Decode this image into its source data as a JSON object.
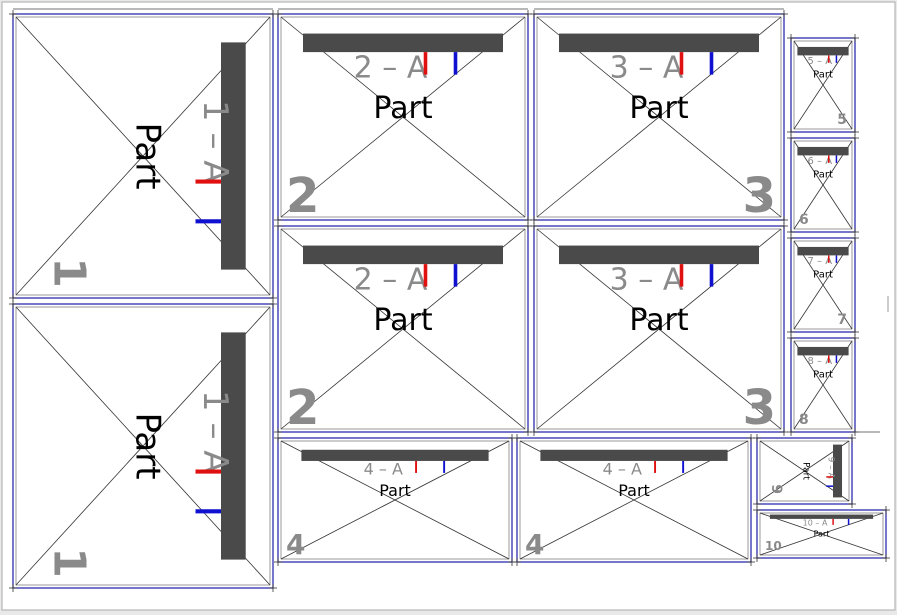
{
  "sheet": {
    "background": "#ffffff",
    "frame_color": "#aaaaaa",
    "part_border_color": "#1a1aa6",
    "bar_color": "#4a4a4a",
    "cross_color": "#333333",
    "label_gray": "#8a8a8a",
    "tick_red": "#e01010",
    "tick_blue": "#1010d0"
  },
  "parts": [
    {
      "id": "part-1a",
      "label": "Part",
      "code": "1 – A",
      "number": "1"
    },
    {
      "id": "part-1b",
      "label": "Part",
      "code": "1 – A",
      "number": "1"
    },
    {
      "id": "part-2a",
      "label": "Part",
      "code": "2 – A",
      "number": "2"
    },
    {
      "id": "part-2b",
      "label": "Part",
      "code": "2 – A",
      "number": "2"
    },
    {
      "id": "part-3a",
      "label": "Part",
      "code": "3 – A",
      "number": "3"
    },
    {
      "id": "part-3b",
      "label": "Part",
      "code": "3 – A",
      "number": "3"
    },
    {
      "id": "part-4a",
      "label": "Part",
      "code": "4 – A",
      "number": "4"
    },
    {
      "id": "part-4b",
      "label": "Part",
      "code": "4 – A",
      "number": "4"
    },
    {
      "id": "part-5",
      "label": "Part",
      "code": "5 – A",
      "number": "5"
    },
    {
      "id": "part-6",
      "label": "Part",
      "code": "6 – A",
      "number": "6"
    },
    {
      "id": "part-7",
      "label": "Part",
      "code": "7 – A",
      "number": "7"
    },
    {
      "id": "part-8",
      "label": "Part",
      "code": "8 – A",
      "number": "8"
    },
    {
      "id": "part-9",
      "label": "Part",
      "code": "9 – A",
      "number": "9"
    },
    {
      "id": "part-10",
      "label": "Part",
      "code": "10 – A",
      "number": "10"
    }
  ]
}
